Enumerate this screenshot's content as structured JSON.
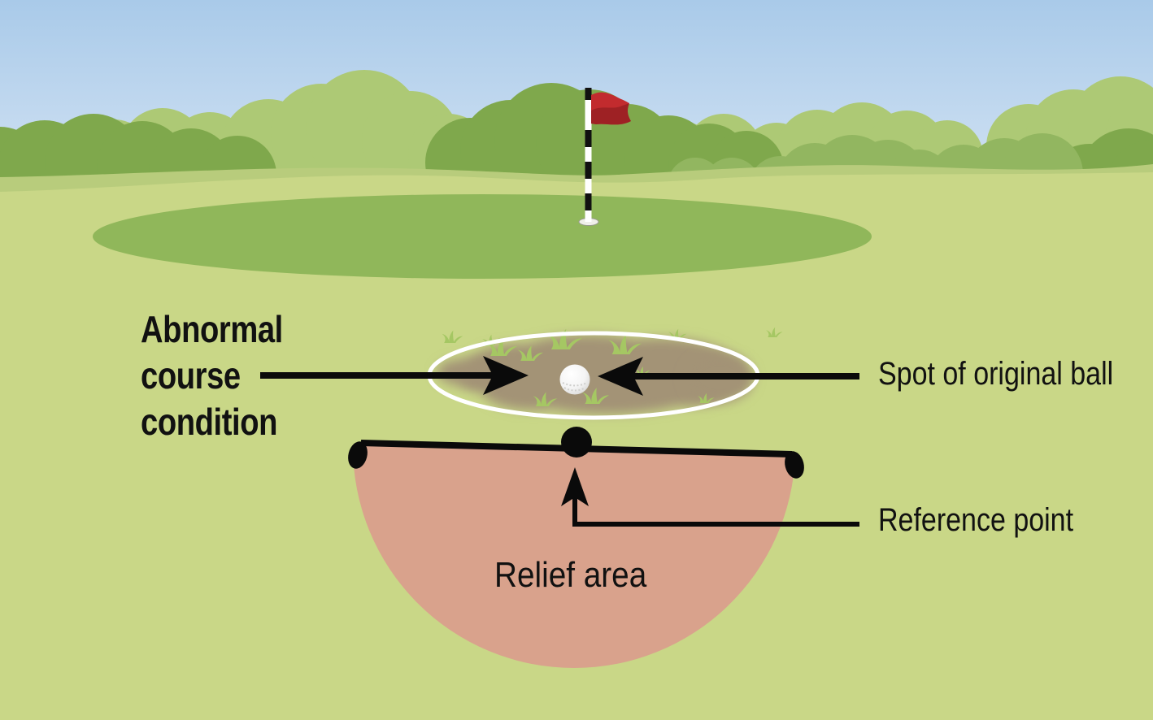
{
  "labels": {
    "abnormal": "Abnormal course condition",
    "spot": "Spot of original ball",
    "reference": "Reference point",
    "relief": "Relief area"
  },
  "scene": {
    "flag_description": "red flag on black-and-white striped flagstick",
    "ball_description": "white golf ball at spot of original ball"
  },
  "colors": {
    "sky_top": "#a9cae9",
    "sky_bottom": "#dde9f6",
    "bush_light": "#adc975",
    "bush_mid": "#92b660",
    "bush_dark": "#7fa84c",
    "distant_grass": "#b8cc7c",
    "fairway": "#c9d787",
    "putting_green": "#90b75a",
    "mud": "#a39376",
    "grass_tuft": "#a5c763",
    "relief_pink": "#d9a28c",
    "flag_red": "#c22b2e",
    "flag_red_dark": "#9e2124",
    "line_black": "#0a0a0a",
    "outline_white": "#ffffff"
  }
}
